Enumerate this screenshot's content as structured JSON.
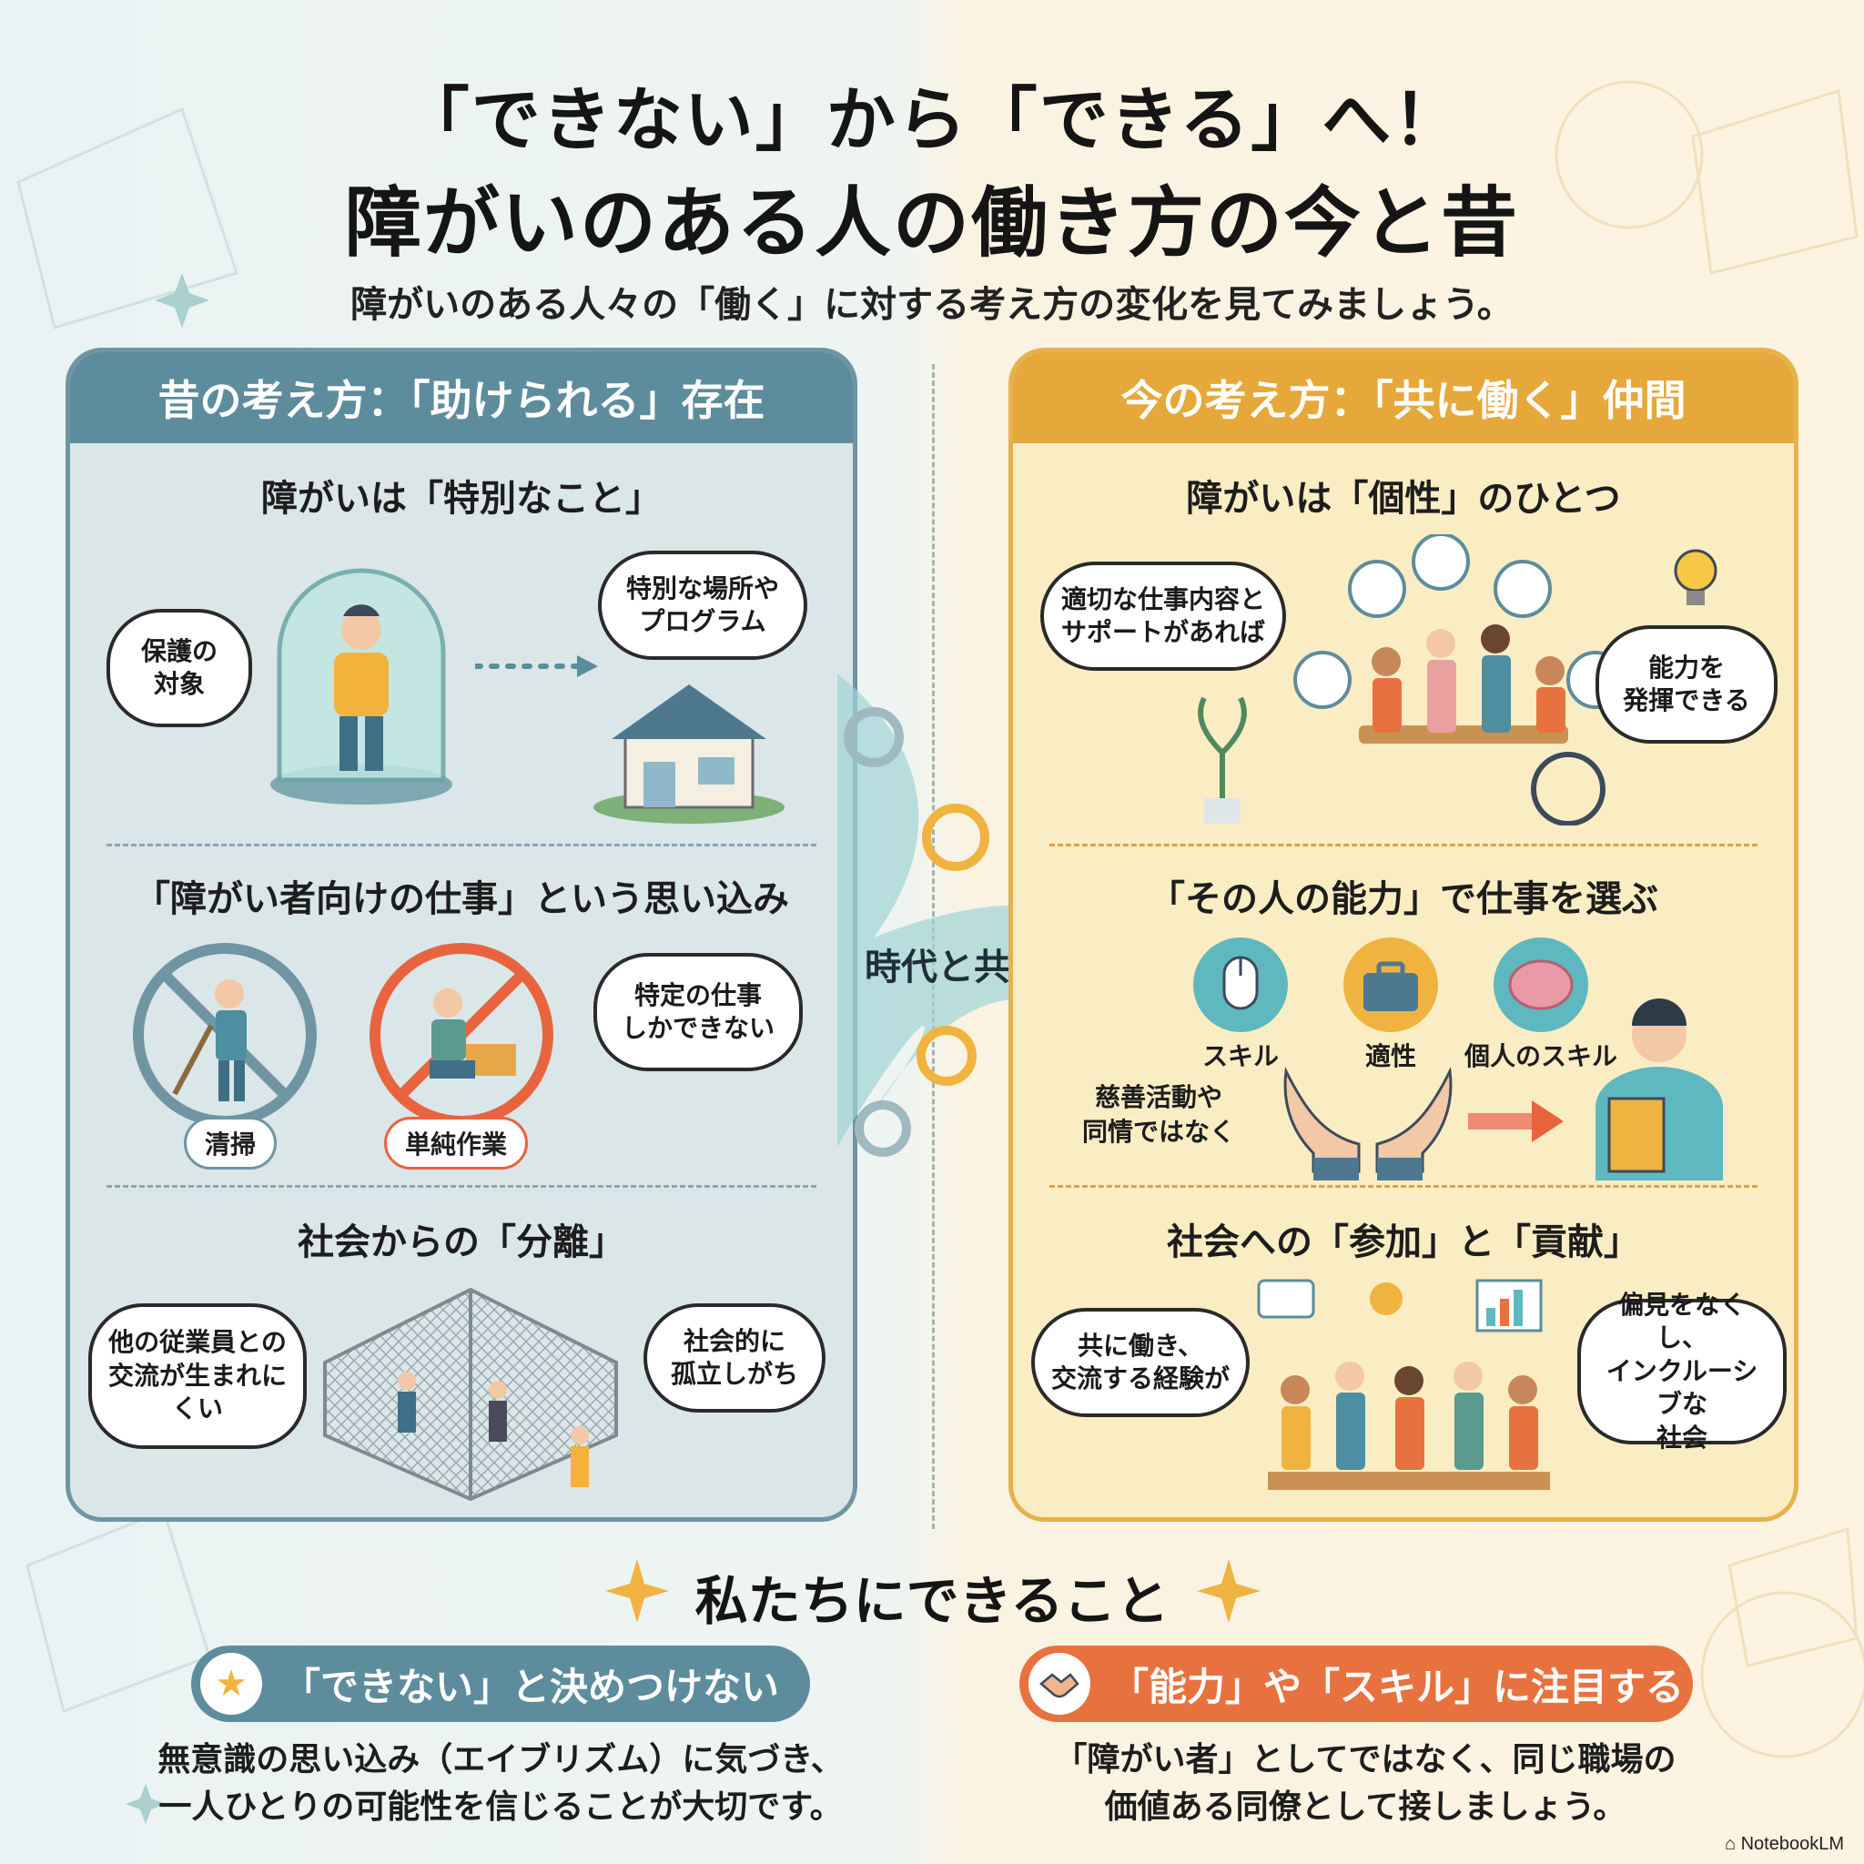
{
  "header": {
    "title_line1": "「できない」から「できる」へ！",
    "title_line2": "障がいのある人の働き方の今と昔",
    "subtitle": "障がいのある人々の「働く」に対する考え方の変化を見てみましょう。"
  },
  "left_panel": {
    "heading": "昔の考え方：「助けられる」存在",
    "sections": [
      {
        "title": "障がいは「特別なこと」",
        "bubbles": [
          "保護の\n対象",
          "特別な場所や\nプログラム"
        ]
      },
      {
        "title": "「障がい者向けの仕事」という思い込み",
        "tags": [
          "清掃",
          "単純作業"
        ],
        "bubbles": [
          "特定の仕事\nしかできない"
        ]
      },
      {
        "title": "社会からの「分離」",
        "bubbles": [
          "他の従業員との\n交流が生まれに\nくい",
          "社会的に\n孤立しがち"
        ]
      }
    ]
  },
  "transition": {
    "label": "時代と共に変化"
  },
  "right_panel": {
    "heading": "今の考え方：「共に働く」仲間",
    "sections": [
      {
        "title": "障がいは「個性」のひとつ",
        "bubbles": [
          "適切な仕事内容と\nサポートがあれば",
          "能力を\n発揮できる"
        ]
      },
      {
        "title": "「その人の能力」で仕事を選ぶ",
        "labels": [
          "スキル",
          "適性",
          "個人のスキル"
        ],
        "note": "慈善活動や\n同情ではなく"
      },
      {
        "title": "社会への「参加」と「貢献」",
        "bubbles": [
          "共に働き、\n交流する経験が",
          "偏見をなくし、\nインクルーシブな\n社会"
        ]
      }
    ]
  },
  "todo": {
    "title": "私たちにできること",
    "left": {
      "label": "「できない」と決めつけない",
      "icon": "star-icon",
      "body": "無意識の思い込み（エイブリズム）に気づき、\n一人ひとりの可能性を信じることが大切です。"
    },
    "right": {
      "label": "「能力」や「スキル」に注目する",
      "icon": "handshake-icon",
      "body": "「障がい者」としてではなく、同じ職場の\n価値ある同僚として接しましょう。"
    }
  },
  "footer": {
    "brand": "NotebookLM"
  },
  "colors": {
    "left_accent": "#5d8c9d",
    "right_accent": "#e6a83b",
    "orange": "#e8723f"
  }
}
